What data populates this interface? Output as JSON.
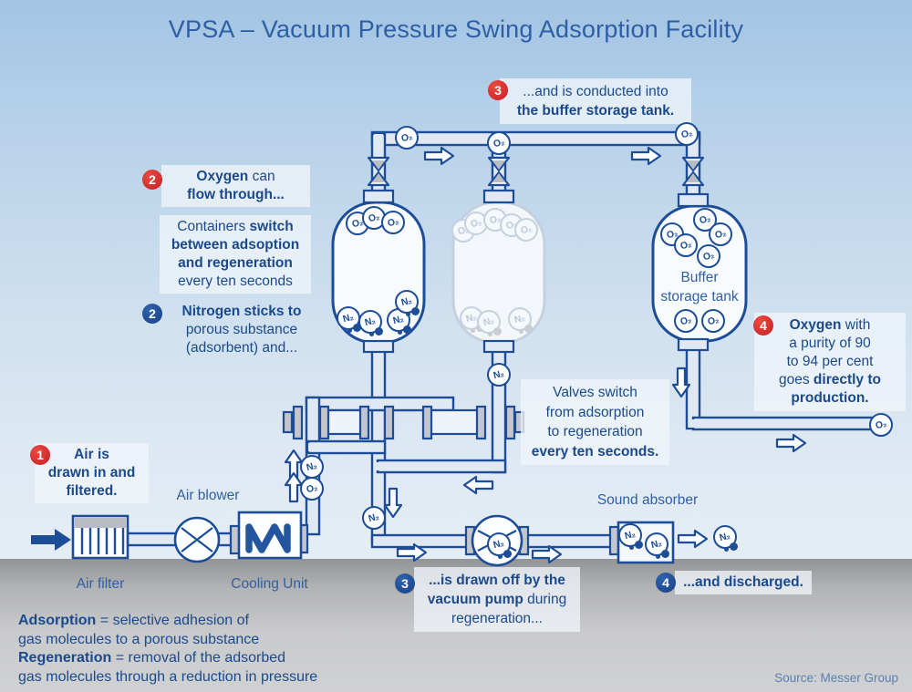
{
  "title": "VPSA – Vacuum Pressure Swing Adsorption Facility",
  "source": "Source: Messer Group",
  "molecule": {
    "o2": "O₂",
    "n2": "N₂"
  },
  "labels": {
    "air_blower": "Air blower",
    "air_filter": "Air filter",
    "cooling_unit": "Cooling Unit",
    "sound_absorber": "Sound absorber",
    "buffer_line1": "Buffer",
    "buffer_line2": "storage tank"
  },
  "callouts": {
    "air_in": {
      "num": "1",
      "l1": "Air is",
      "l2": "drawn in and",
      "l3": "filtered."
    },
    "oxygen_flow": {
      "num": "2",
      "l1_bold": "Oxygen",
      "l1_rest": " can",
      "l2": "flow through..."
    },
    "containers": {
      "l1_rest": "Containers ",
      "l1_bold": "switch",
      "l2": "between adsoption",
      "l3": "and regeneration",
      "l4": "every ten seconds"
    },
    "nitrogen_sticks": {
      "num": "2",
      "l1": "Nitrogen sticks to",
      "l2": "porous substance",
      "l3": "(adsorbent) and..."
    },
    "conducted": {
      "num": "3",
      "l1": "...and is conducted into",
      "l2": "the buffer storage tank."
    },
    "valves_switch": {
      "l1": "Valves switch",
      "l2": "from adsorption",
      "l3": "to regeneration",
      "l4": "every ten seconds."
    },
    "oxygen_purity": {
      "num": "4",
      "l1_bold": "Oxygen",
      "l1_rest": " with",
      "l2": "a purity of 90",
      "l3": "to 94 per cent",
      "l4_rest": "goes ",
      "l4_bold": "directly to",
      "l5": "production."
    },
    "drawn_off": {
      "num": "3",
      "l1": "...is drawn off by the",
      "l2_bold": "vacuum pump",
      "l2_rest": " during",
      "l3": "regeneration..."
    },
    "discharged": {
      "num": "4",
      "l1": "...and discharged."
    }
  },
  "definitions": {
    "d1_term": "Adsorption",
    "d1_rest": " = selective adhesion of",
    "d2": "gas molecules to a porous substance",
    "d3_term": "Regeneration",
    "d3_rest": " = removal of the adsorbed",
    "d4": "gas molecules through a reduction in pressure"
  },
  "colors": {
    "line_blue": "#1e4d98",
    "text_blue": "#1b4a8c",
    "label_blue": "#2e5fa4",
    "step_red": "#d9262c",
    "step_blue": "#1e4d98",
    "pipe_fill": "#e0e9f3"
  }
}
